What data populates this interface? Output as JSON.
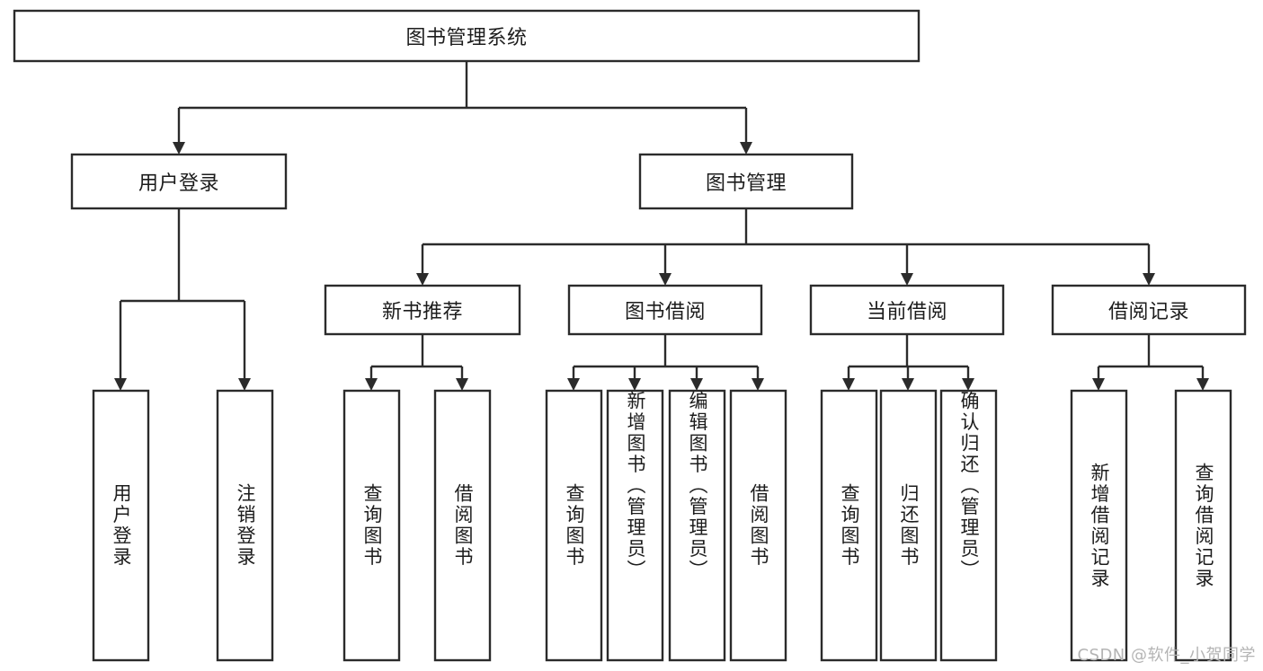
{
  "diagram": {
    "title": "图书管理系统",
    "type": "tree-hierarchy-chart",
    "root": {
      "id": "root",
      "label": "图书管理系统"
    },
    "level2": [
      {
        "id": "user-login",
        "label": "用户登录"
      },
      {
        "id": "book-manage",
        "label": "图书管理"
      }
    ],
    "level3": [
      {
        "id": "new-book-recommend",
        "label": "新书推荐",
        "parent": "book-manage"
      },
      {
        "id": "book-borrow",
        "label": "图书借阅",
        "parent": "book-manage"
      },
      {
        "id": "current-borrow",
        "label": "当前借阅",
        "parent": "book-manage"
      },
      {
        "id": "borrow-record",
        "label": "借阅记录",
        "parent": "book-manage"
      }
    ],
    "leaves": {
      "user-login": [
        {
          "id": "leaf-user-login",
          "label": "用户登录"
        },
        {
          "id": "leaf-logout-login",
          "label": "注销登录"
        }
      ],
      "new-book-recommend": [
        {
          "id": "leaf-query-book-1",
          "label": "查询图书"
        },
        {
          "id": "leaf-borrow-book-1",
          "label": "借阅图书"
        }
      ],
      "book-borrow": [
        {
          "id": "leaf-query-book-2",
          "label": "查询图书"
        },
        {
          "id": "leaf-add-book",
          "label": "新增图书（管理员）"
        },
        {
          "id": "leaf-edit-book",
          "label": "编辑图书（管理员）"
        },
        {
          "id": "leaf-borrow-book-2",
          "label": "借阅图书"
        }
      ],
      "current-borrow": [
        {
          "id": "leaf-query-book-3",
          "label": "查询图书"
        },
        {
          "id": "leaf-return-book",
          "label": "归还图书"
        },
        {
          "id": "leaf-confirm-return",
          "label": "确认归还（管理员）"
        }
      ],
      "borrow-record": [
        {
          "id": "leaf-add-record",
          "label": "新增借阅记录"
        },
        {
          "id": "leaf-query-record",
          "label": "查询借阅记录"
        }
      ]
    },
    "colors": {
      "stroke": "#2b2b2b",
      "fill": "#ffffff",
      "text": "#1c1c1c",
      "watermark": "#b4b4b4",
      "background": "#ffffff"
    }
  },
  "watermark": {
    "text": "CSDN @软件_小贺同学"
  }
}
